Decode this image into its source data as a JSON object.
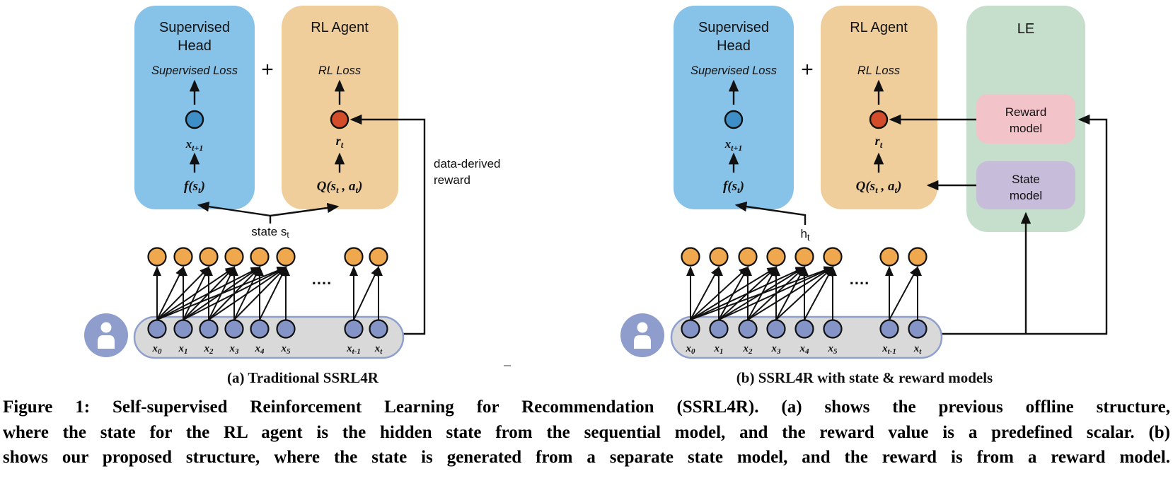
{
  "colors": {
    "supervised_box": "#87C3E9",
    "rl_box": "#F0CE9B",
    "le_box": "#C6DECC",
    "reward_model_box": "#F3C3CA",
    "state_model_box": "#C7BCD9",
    "pred_node": "#3E8FC7",
    "reward_node": "#D44D2B",
    "seq_top_node": "#F0A84F",
    "seq_bottom_node": "#8494C6",
    "container_fill": "#D9D9D9",
    "container_border": "#8FA0CE",
    "user_icon": "#8E9DCB"
  },
  "panel_a": {
    "caption": "(a) Traditional SSRL4R",
    "plus": "+",
    "supervised_head": {
      "title1": "Supervised",
      "title2": "Head",
      "loss": "Supervised Loss",
      "pred_base": "x",
      "pred_sub": "t+1",
      "fn_pre": "f(s",
      "fn_sub": "t",
      "fn_post": ")"
    },
    "rl_agent": {
      "title": "RL Agent",
      "loss": "RL Loss",
      "reward_base": "r",
      "reward_sub": "t",
      "q_p1": "Q(s",
      "q_s1": "t",
      "q_p2": " , a",
      "q_s2": "t",
      "q_p3": ")"
    },
    "state_label": {
      "base": "state s",
      "sub": "t"
    },
    "reward_note_line1": "data-derived",
    "reward_note_line2": "reward",
    "dots": "....",
    "seq_labels": [
      {
        "base": "x",
        "sub": "0"
      },
      {
        "base": "x",
        "sub": "1"
      },
      {
        "base": "x",
        "sub": "2"
      },
      {
        "base": "x",
        "sub": "3"
      },
      {
        "base": "x",
        "sub": "4"
      },
      {
        "base": "x",
        "sub": "5"
      },
      {
        "base": "x",
        "sub": "t-1"
      },
      {
        "base": "x",
        "sub": "t"
      }
    ]
  },
  "panel_b": {
    "caption": "(b) SSRL4R with state & reward models",
    "plus": "+",
    "supervised_head": {
      "title1": "Supervised",
      "title2": "Head",
      "loss": "Supervised Loss",
      "pred_base": "x",
      "pred_sub": "t+1",
      "fn_pre": "f(s",
      "fn_sub": "t",
      "fn_post": ")"
    },
    "rl_agent": {
      "title": "RL Agent",
      "loss": "RL Loss",
      "reward_base": "r",
      "reward_sub": "t",
      "q_p1": "Q(s",
      "q_s1": "t",
      "q_p2": " , a",
      "q_s2": "t",
      "q_p3": ")"
    },
    "le": {
      "title": "LE",
      "reward_model_line1": "Reward",
      "reward_model_line2": "model",
      "state_model_line1": "State",
      "state_model_line2": "model"
    },
    "hidden_label": {
      "base": "h",
      "sub": "t"
    },
    "dots": "....",
    "seq_labels": [
      {
        "base": "x",
        "sub": "0"
      },
      {
        "base": "x",
        "sub": "1"
      },
      {
        "base": "x",
        "sub": "2"
      },
      {
        "base": "x",
        "sub": "3"
      },
      {
        "base": "x",
        "sub": "4"
      },
      {
        "base": "x",
        "sub": "5"
      },
      {
        "base": "x",
        "sub": "t-1"
      },
      {
        "base": "x",
        "sub": "t"
      }
    ]
  },
  "figure_caption": {
    "line1": "Figure 1: Self-supervised Reinforcement Learning for Recommendation (SSRL4R). (a) shows the previous offline structure,",
    "line2": "where the state for the RL agent is the hidden state from the sequential model, and the reward value is a predefined scalar. (b)",
    "line3": "shows our proposed structure, where the state is generated from a separate state model, and the reward is from a reward model."
  }
}
